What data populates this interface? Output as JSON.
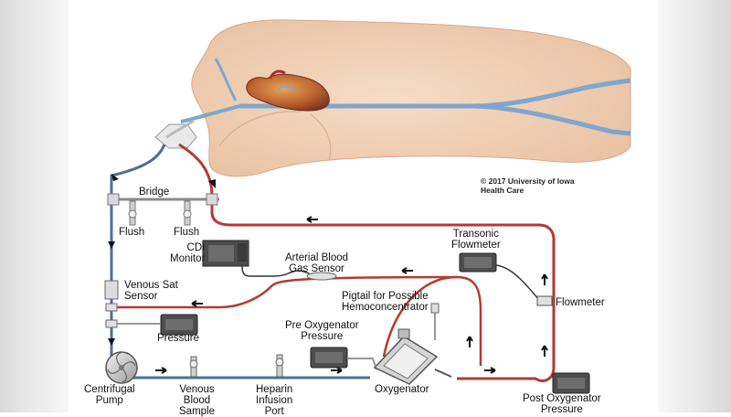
{
  "colors": {
    "venous": "#4f6f96",
    "arterial": "#b33a32",
    "skin": "#f1cfb3",
    "vein": "#7fa6cf",
    "device": "#505050"
  },
  "copyright": {
    "line1": "© 2017 University of Iowa",
    "line2": "Health Care"
  },
  "labels": {
    "bridge": "Bridge",
    "flush_1": "Flush",
    "flush_2": "Flush",
    "cdi_monitor_1": "CDI",
    "cdi_monitor_2": "Monitor",
    "arterial_gas_1": "Arterial Blood",
    "arterial_gas_2": "Gas Sensor",
    "transonic_1": "Transonic",
    "transonic_2": "Flowmeter",
    "flowmeter": "Flowmeter",
    "venous_sat_1": "Venous Sat",
    "venous_sat_2": "Sensor",
    "pigtail_1": "Pigtail for Possible",
    "pigtail_2": "Hemoconcentrator",
    "pressure": "Pressure",
    "pre_oxy_1": "Pre Oxygenator",
    "pre_oxy_2": "Pressure",
    "centrifugal_1": "Centrifugal",
    "centrifugal_2": "Pump",
    "venous_sample_1": "Venous",
    "venous_sample_2": "Blood",
    "venous_sample_3": "Sample",
    "heparin_1": "Heparin",
    "heparin_2": "Infusion",
    "heparin_3": "Port",
    "oxygenator": "Oxygenator",
    "post_oxy_1": "Post Oxygenator",
    "post_oxy_2": "Pressure"
  }
}
